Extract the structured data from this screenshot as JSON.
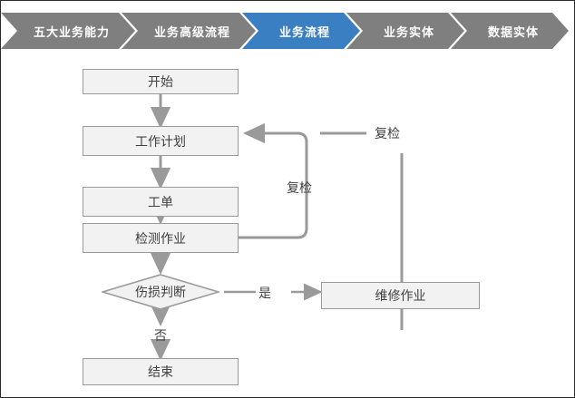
{
  "breadcrumb": {
    "active_color": "#3a7fc1",
    "inactive_color": "#7f7f7f",
    "items": [
      {
        "label": "五大业务能力",
        "state": "inactive"
      },
      {
        "label": "业务高级流程",
        "state": "inactive"
      },
      {
        "label": "业务流程",
        "state": "active"
      },
      {
        "label": "业务实体",
        "state": "inactive"
      },
      {
        "label": "数据实体",
        "state": "inactive"
      }
    ]
  },
  "flowchart": {
    "node_fill": "#f2f2f2",
    "node_border": "#9a9a9a",
    "connector_color": "#9a9a9a",
    "nodes": [
      {
        "id": "start",
        "label": "开始",
        "shape": "rect"
      },
      {
        "id": "work_plan",
        "label": "工作计划",
        "shape": "rect"
      },
      {
        "id": "work_order",
        "label": "工单",
        "shape": "rect"
      },
      {
        "id": "inspection",
        "label": "检测作业",
        "shape": "rect"
      },
      {
        "id": "decision",
        "label": "伤损判断",
        "shape": "diamond"
      },
      {
        "id": "repair",
        "label": "维修作业",
        "shape": "rect"
      },
      {
        "id": "end",
        "label": "结束",
        "shape": "rect"
      }
    ],
    "edge_labels": {
      "yes": "是",
      "no": "否",
      "recheck_inner": "复检",
      "recheck_outer": "复检"
    }
  }
}
